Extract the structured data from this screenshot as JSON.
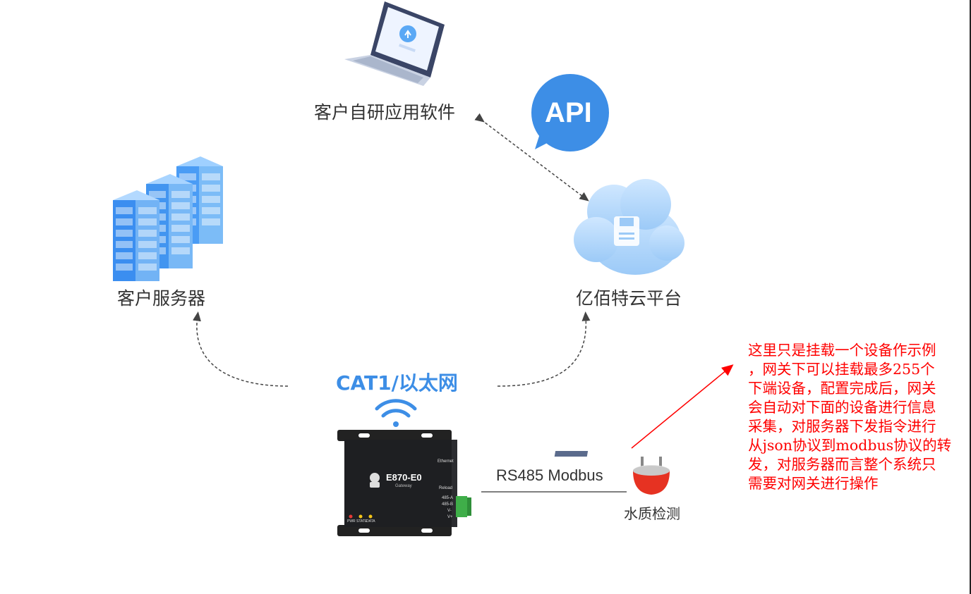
{
  "nodes": {
    "client_software": "客户自研应用软件",
    "client_server": "客户服务器",
    "cloud_platform": "亿佰特云平台",
    "network": "CAT1/以太网",
    "water_quality": "水质检测"
  },
  "badges": {
    "api": "API"
  },
  "links": {
    "rs485": "RS485 Modbus"
  },
  "gateway": {
    "model": "E870-E0",
    "subtitle": "Gateway",
    "port_ethernet": "Ethernet",
    "port_reload": "Reload",
    "port_485a": "485-A",
    "port_485b": "485-B",
    "port_vneg": "V-",
    "port_vpos": "V+",
    "led_pwr": "PWR",
    "led_state": "STATE",
    "led_data": "DATA"
  },
  "note": {
    "lines": [
      "这里只是挂载一个设备作示例",
      "，网关下可以挂载最多255个",
      "下端设备，配置完成后，网关",
      "会自动对下面的设备进行信息",
      "采集，对服务器下发指令进行",
      "从json协议到modbus协议的转",
      "发，对服务器而言整个系统只",
      "需要对网关进行操作"
    ]
  },
  "colors": {
    "accent_blue": "#3d8ee6",
    "annotation_red": "#ff0000",
    "text_dark": "#333333"
  }
}
